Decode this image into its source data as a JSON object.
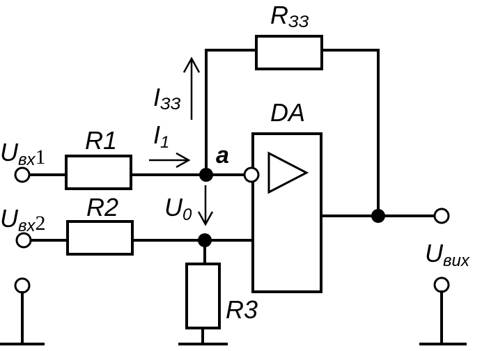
{
  "labels": {
    "r33": "R",
    "r33_sub": "ЗЗ",
    "r1": "R1",
    "r2": "R2",
    "r3": "R3",
    "da": "DA",
    "i33": "I",
    "i33_sub": "ЗЗ",
    "i1": "I",
    "i1_sub": "1",
    "u0": "U",
    "u0_sub": "0",
    "node_a": "a",
    "uin1": "U",
    "uin1_sub": "вх",
    "uin1_idx": "1",
    "uin2": "U",
    "uin2_sub": "вх",
    "uin2_idx": "2",
    "uout": "U",
    "uout_sub": "вих"
  }
}
